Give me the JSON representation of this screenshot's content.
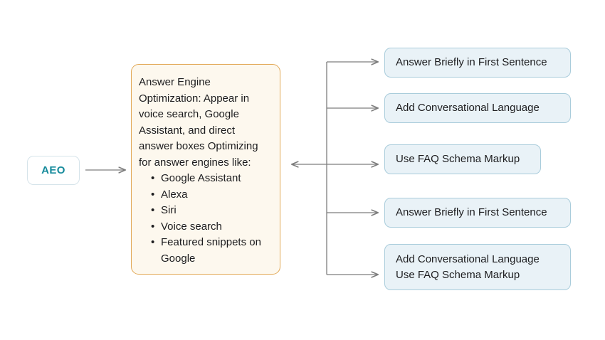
{
  "diagram": {
    "title": "AEO answer engine optimization flow",
    "background_color": "#ffffff",
    "source_node": {
      "label": "AEO",
      "text_color": "#158a9b",
      "border_color": "#d6e4ea",
      "fill_color": "#ffffff"
    },
    "detail_box": {
      "paragraph": "Answer Engine Optimization: Appear in voice search, Google Assistant, and direct answer boxes Optimizing for answer engines like:",
      "bullets": [
        "Google Assistant",
        "Alexa",
        "Siri",
        "Voice search",
        "Featured snippets on Google"
      ],
      "fill_color": "#fdf8ee",
      "border_color": "#e2a957",
      "text_color": "#1c1c1e"
    },
    "outcomes": [
      {
        "label": "Answer Briefly in First Sentence"
      },
      {
        "label": "Add Conversational Language"
      },
      {
        "label": "Use FAQ Schema Markup"
      },
      {
        "label": "Answer Briefly in First Sentence"
      },
      {
        "label": "Add Conversational Language\nUse FAQ Schema Markup"
      }
    ],
    "outcome_style": {
      "fill_color": "#e9f2f7",
      "border_color": "#a9ccdb",
      "text_color": "#1c1c1e"
    },
    "connectors": {
      "line_color": "#7d7d7d",
      "arrow_count": 6
    }
  }
}
